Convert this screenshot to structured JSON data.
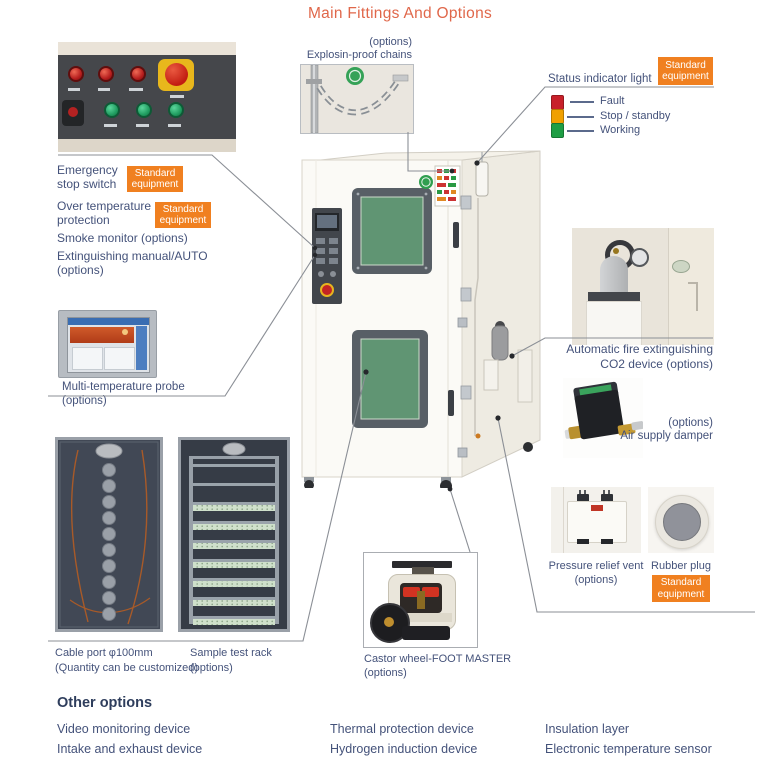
{
  "title": "Main Fittings And Options",
  "badges": {
    "standard": "Standard\nequipment"
  },
  "callouts": {
    "chains": "(options)\nExplosin-proof chains",
    "emergency": "Emergency stop switch",
    "over_temp": "Over temperature protection",
    "smoke": "Smoke monitor (options)",
    "extinguishing": "Extinguishing manual/AUTO\n(options)",
    "multi_probe": "Multi-temperature probe (options)",
    "status_light": "Status indicator light",
    "co2": "Automatic fire extinguishing\nCO2 device (options)",
    "air_damper": "(options)\nAir supply damper",
    "pressure_vent": "Pressure relief vent\n(options)",
    "rubber_plug": "Rubber plug",
    "cable_port": "Cable port  φ100mm\n(Quantity can be customized)",
    "sample_rack": "Sample test rack\n(options)",
    "castor": "Castor wheel-FOOT MASTER\n(options)"
  },
  "status_legend": [
    {
      "label": "Fault",
      "color": "#c8202a"
    },
    {
      "label": "Stop / standby",
      "color": "#f0a000"
    },
    {
      "label": "Working",
      "color": "#1e9e44"
    }
  ],
  "other_options": {
    "heading": "Other options",
    "columns": [
      [
        "Video monitoring device",
        "Intake and exhaust device"
      ],
      [
        "Thermal protection device",
        "Hydrogen induction device"
      ],
      [
        "Insulation layer",
        "Electronic temperature sensor"
      ]
    ]
  },
  "colors": {
    "title": "#e0674a",
    "label": "#44527a",
    "badge_bg": "#f08020",
    "badge_text": "#ffffff",
    "connector": "#8b8f96",
    "fault": "#c8202a",
    "standby": "#f0a000",
    "working": "#1e9e44"
  }
}
